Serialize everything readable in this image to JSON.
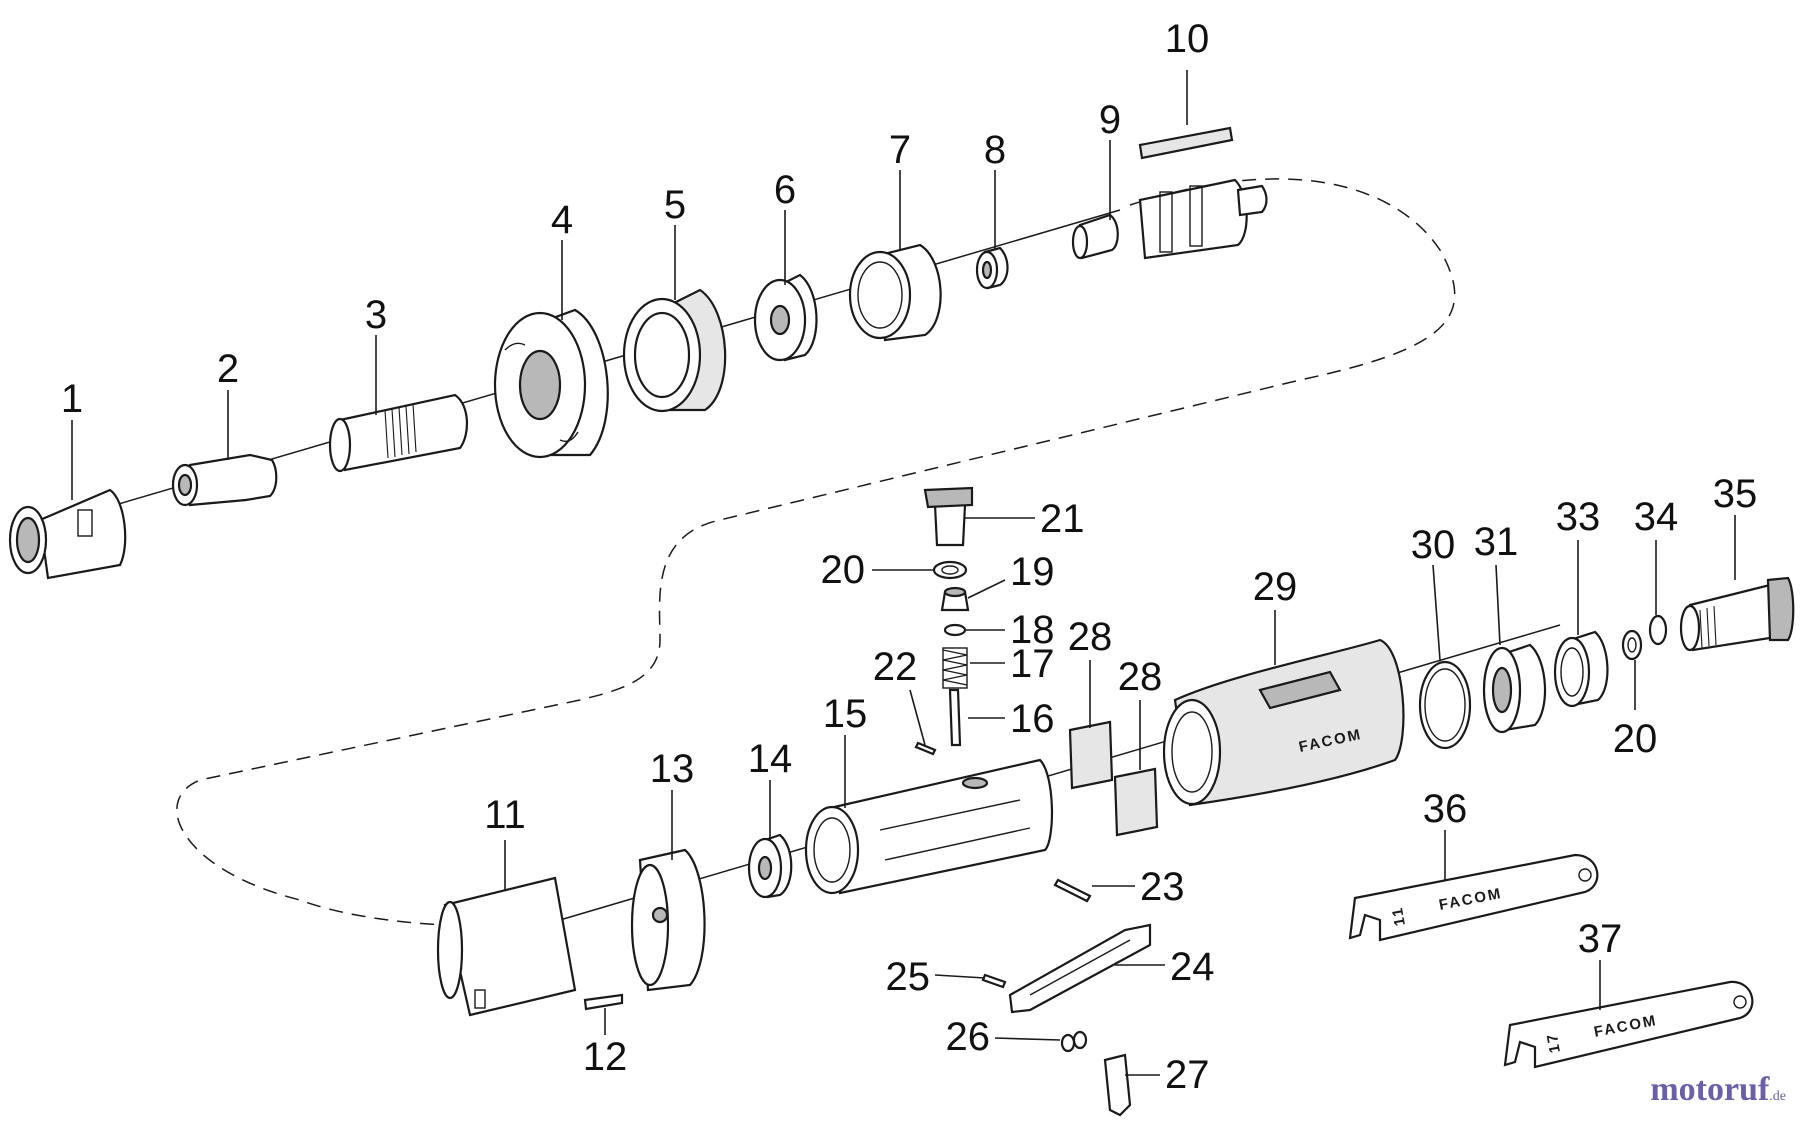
{
  "diagram": {
    "brand_marks": {
      "handle": "FACOM",
      "wrench_a": "FACOM",
      "wrench_b": "FACOM"
    },
    "wrench_sizes": {
      "wrench_a": "11",
      "wrench_b": "17"
    },
    "callouts": [
      {
        "id": "c1",
        "label": "1"
      },
      {
        "id": "c2",
        "label": "2"
      },
      {
        "id": "c3",
        "label": "3"
      },
      {
        "id": "c4",
        "label": "4"
      },
      {
        "id": "c5",
        "label": "5"
      },
      {
        "id": "c6",
        "label": "6"
      },
      {
        "id": "c7",
        "label": "7"
      },
      {
        "id": "c8",
        "label": "8"
      },
      {
        "id": "c9",
        "label": "9"
      },
      {
        "id": "c10",
        "label": "10"
      },
      {
        "id": "c11",
        "label": "11"
      },
      {
        "id": "c12",
        "label": "12"
      },
      {
        "id": "c13",
        "label": "13"
      },
      {
        "id": "c14",
        "label": "14"
      },
      {
        "id": "c15",
        "label": "15"
      },
      {
        "id": "c16",
        "label": "16"
      },
      {
        "id": "c17",
        "label": "17"
      },
      {
        "id": "c18",
        "label": "18"
      },
      {
        "id": "c19",
        "label": "19"
      },
      {
        "id": "c20a",
        "label": "20"
      },
      {
        "id": "c20b",
        "label": "20"
      },
      {
        "id": "c21",
        "label": "21"
      },
      {
        "id": "c22",
        "label": "22"
      },
      {
        "id": "c23",
        "label": "23"
      },
      {
        "id": "c24",
        "label": "24"
      },
      {
        "id": "c25",
        "label": "25"
      },
      {
        "id": "c26",
        "label": "26"
      },
      {
        "id": "c27",
        "label": "27"
      },
      {
        "id": "c28a",
        "label": "28"
      },
      {
        "id": "c28b",
        "label": "28"
      },
      {
        "id": "c29",
        "label": "29"
      },
      {
        "id": "c30",
        "label": "30"
      },
      {
        "id": "c31",
        "label": "31"
      },
      {
        "id": "c33",
        "label": "33"
      },
      {
        "id": "c34",
        "label": "34"
      },
      {
        "id": "c35",
        "label": "35"
      },
      {
        "id": "c36",
        "label": "36"
      },
      {
        "id": "c37",
        "label": "37"
      }
    ]
  },
  "watermark": {
    "name": "motoruf",
    "suffix": ".de",
    "color": "#6a5fa8"
  }
}
